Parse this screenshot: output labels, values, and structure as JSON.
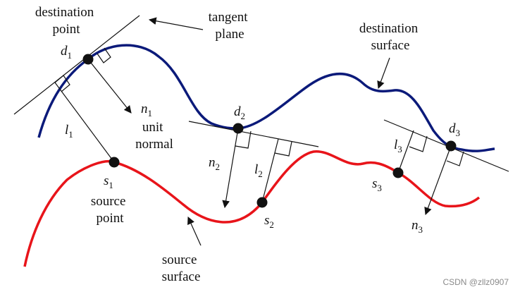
{
  "colors": {
    "destination_curve": "#0b1a7a",
    "source_curve": "#e8141a",
    "ink": "#111111",
    "watermark": "#8a8a8a"
  },
  "labels": {
    "destination_point": [
      "destination",
      "point"
    ],
    "tangent_plane": [
      "tangent",
      "plane"
    ],
    "destination_surface": [
      "destination",
      "surface"
    ],
    "unit_normal": [
      "unit",
      "normal"
    ],
    "source_point": [
      "source",
      "point"
    ],
    "source_surface": [
      "source",
      "surface"
    ]
  },
  "symbols": {
    "d": "d",
    "s": "s",
    "n": "n",
    "l": "l",
    "i1": "1",
    "i2": "2",
    "i3": "3"
  },
  "watermark": "CSDN @zllz0907"
}
